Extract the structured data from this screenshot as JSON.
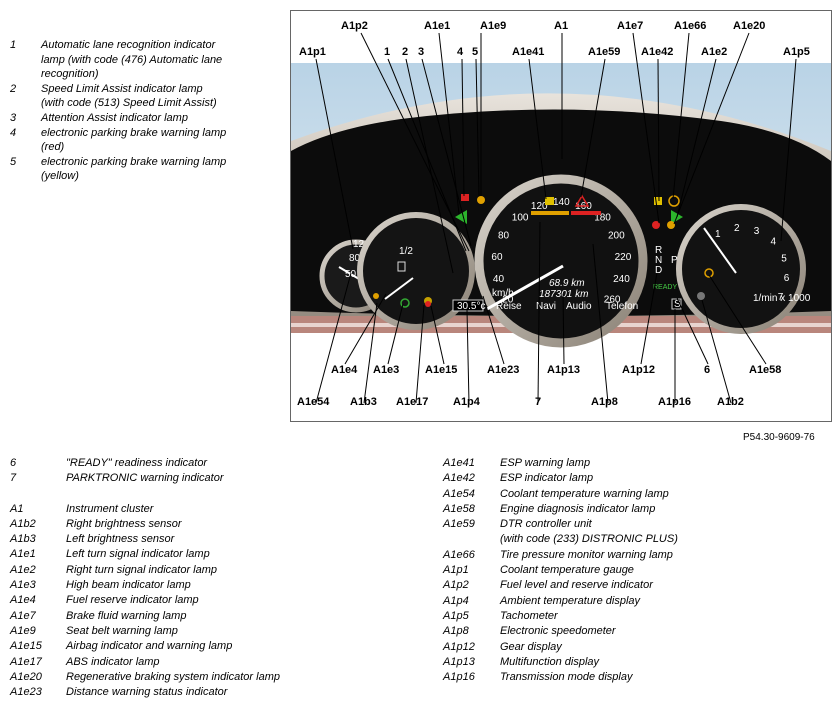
{
  "top_legend": [
    {
      "num": "1",
      "lines": [
        "Automatic lane recognition indicator",
        "lamp (with code (476) Automatic lane",
        "recognition)"
      ]
    },
    {
      "num": "2",
      "lines": [
        "Speed Limit Assist indicator lamp",
        "(with code (513) Speed Limit Assist)"
      ]
    },
    {
      "num": "3",
      "lines": [
        "Attention Assist indicator lamp"
      ]
    },
    {
      "num": "4",
      "lines": [
        "electronic parking brake warning lamp",
        "(red)"
      ]
    },
    {
      "num": "5",
      "lines": [
        "electronic parking brake warning lamp",
        "(yellow)"
      ]
    }
  ],
  "figure": {
    "labels": {
      "A1p1": "A1p1",
      "A1p2": "A1p2",
      "n1": "1",
      "n2": "2",
      "n3": "3",
      "A1e1": "A1e1",
      "n4": "4",
      "A1e9": "A1e9",
      "n5": "5",
      "A1e41": "A1e41",
      "A1": "A1",
      "A1e59": "A1e59",
      "A1e7": "A1e7",
      "A1e42": "A1e42",
      "A1e66": "A1e66",
      "A1e2": "A1e2",
      "A1e20": "A1e20",
      "A1p5": "A1p5",
      "A1e4": "A1e4",
      "A1e3": "A1e3",
      "A1e15": "A1e15",
      "A1e23": "A1e23",
      "A1p13": "A1p13",
      "A1p12": "A1p12",
      "n6": "6",
      "A1e58": "A1e58",
      "A1e54": "A1e54",
      "A1b3": "A1b3",
      "A1e17": "A1e17",
      "A1p4": "A1p4",
      "n7": "7",
      "A1p8": "A1p8",
      "A1p16": "A1p16",
      "A1b2": "A1b2"
    },
    "speedo_ticks": [
      "20",
      "40",
      "60",
      "80",
      "100",
      "120",
      "140",
      "160",
      "180",
      "200",
      "220",
      "240",
      "260"
    ],
    "tacho_ticks": [
      "1",
      "2",
      "3",
      "4",
      "5",
      "6",
      "7"
    ],
    "trip": "68.9 km",
    "odometer": "187301 km",
    "temperature": "30.5°c",
    "menu": [
      "Reise",
      "Navi",
      "Audio",
      "Telefon"
    ],
    "ready": "READY",
    "gear": [
      "R",
      "N",
      "D",
      "P"
    ],
    "gear_mode": "S",
    "tacho_unit": "1/min x 1000",
    "coolant_max": "120°",
    "coolant_mid": "80",
    "coolant_min": "50",
    "fuel_half": "1/2",
    "speed_unit": "km/h"
  },
  "figure_ref": "P54.30-9609-76",
  "legend_left": [
    {
      "code": "6",
      "text": "\"READY\" readiness indicator"
    },
    {
      "code": "7",
      "text": "PARKTRONIC warning indicator"
    },
    {
      "code": "",
      "text": ""
    },
    {
      "code": "A1",
      "text": "Instrument cluster"
    },
    {
      "code": "A1b2",
      "text": "Right brightness sensor"
    },
    {
      "code": "A1b3",
      "text": "Left brightness sensor"
    },
    {
      "code": "A1e1",
      "text": "Left turn signal indicator lamp"
    },
    {
      "code": "A1e2",
      "text": "Right turn signal indicator lamp"
    },
    {
      "code": "A1e3",
      "text": "High beam indicator lamp"
    },
    {
      "code": "A1e4",
      "text": "Fuel reserve indicator lamp"
    },
    {
      "code": "A1e7",
      "text": "Brake fluid warning lamp"
    },
    {
      "code": "A1e9",
      "text": "Seat belt warning lamp"
    },
    {
      "code": "A1e15",
      "text": "Airbag indicator and warning lamp"
    },
    {
      "code": "A1e17",
      "text": "ABS indicator lamp"
    },
    {
      "code": "A1e20",
      "text": "Regenerative braking system indicator lamp"
    },
    {
      "code": "A1e23",
      "text": "Distance warning status indicator"
    }
  ],
  "legend_right": [
    {
      "code": "A1e41",
      "lines": [
        "ESP warning lamp"
      ]
    },
    {
      "code": "A1e42",
      "lines": [
        "ESP indicator lamp"
      ]
    },
    {
      "code": "A1e54",
      "lines": [
        "Coolant temperature warning lamp"
      ]
    },
    {
      "code": "A1e58",
      "lines": [
        "Engine diagnosis indicator lamp"
      ]
    },
    {
      "code": "A1e59",
      "lines": [
        "DTR controller unit",
        "(with code (233) DISTRONIC PLUS)"
      ]
    },
    {
      "code": "A1e66",
      "lines": [
        "Tire pressure monitor warning lamp"
      ]
    },
    {
      "code": "A1p1",
      "lines": [
        "Coolant temperature gauge"
      ]
    },
    {
      "code": "A1p2",
      "lines": [
        "Fuel level and reserve indicator"
      ]
    },
    {
      "code": "A1p4",
      "lines": [
        "Ambient temperature display"
      ]
    },
    {
      "code": "A1p5",
      "lines": [
        "Tachometer"
      ]
    },
    {
      "code": "A1p8",
      "lines": [
        "Electronic speedometer"
      ]
    },
    {
      "code": "A1p12",
      "lines": [
        "Gear display"
      ]
    },
    {
      "code": "A1p13",
      "lines": [
        "Multifunction display"
      ]
    },
    {
      "code": "A1p16",
      "lines": [
        "Transmission mode display"
      ]
    }
  ]
}
